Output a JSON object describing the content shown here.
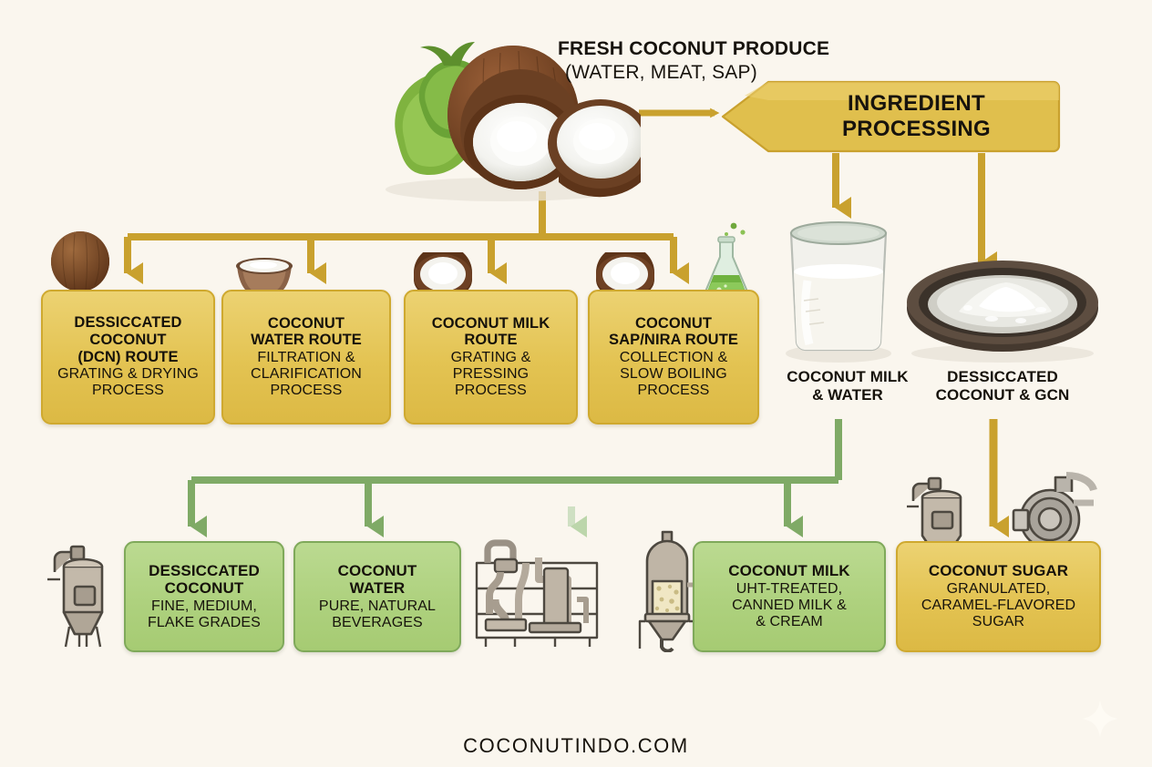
{
  "meta": {
    "background": "#faf6ee",
    "accent_yellow": "#e3c352",
    "accent_yellow_border": "#cfa92f",
    "accent_green": "#aed17e",
    "accent_green_border": "#7fa95a",
    "connector_yellow": "#c9a12e",
    "connector_green": "#7faa66",
    "text_color": "#16120b"
  },
  "header": {
    "title": "FRESH COCONUT PRODUCE",
    "subtitle": "(WATER, MEAT, SAP)"
  },
  "banner": {
    "label": "INGREDIENT PROCESSING"
  },
  "routes": [
    {
      "title": "DESSICCATED COCONUT (DCN) ROUTE",
      "title_lines": [
        "DESSICCATED",
        "COCONUT",
        "(DCN) ROUTE"
      ],
      "desc": "GRATING & DRYING PROCESS",
      "desc_lines": [
        "GRATING & DRYING",
        "PROCESS"
      ],
      "icon": "whole-coconut-icon"
    },
    {
      "title": "COCONUT WATER ROUTE",
      "title_lines": [
        "COCONUT",
        "WATER ROUTE"
      ],
      "desc": "FILTRATION & CLARIFICATION PROCESS",
      "desc_lines": [
        "FILTRATION &",
        "CLARIFICATION",
        "PROCESS"
      ],
      "icon": "coconut-bowl-icon"
    },
    {
      "title": "COCONUT MILK ROUTE",
      "title_lines": [
        "COCONUT MILK",
        "ROUTE"
      ],
      "desc": "GRATING & PRESSING PROCESS",
      "desc_lines": [
        "GRATING &",
        "PRESSING",
        "PROCESS"
      ],
      "icon": "half-coconut-icon"
    },
    {
      "title": "COCONUT SAP/NIRA ROUTE",
      "title_lines": [
        "COCONUT",
        "SAP/NIRA ROUTE"
      ],
      "desc": "COLLECTION & SLOW BOILING PROCESS",
      "desc_lines": [
        "COLLECTION &",
        "SLOW BOILING",
        "PROCESS"
      ],
      "icon": "flask-icon"
    }
  ],
  "intermediates": [
    {
      "label": "COCONUT MILK & WATER",
      "label_lines": [
        "COCONUT MILK",
        "& WATER"
      ],
      "icon": "milk-beaker-icon"
    },
    {
      "label": "DESSICCATED COCONUT & GCN",
      "label_lines": [
        "DESSICCATED",
        "COCONUT & GCN"
      ],
      "icon": "coconut-pan-icon"
    }
  ],
  "products": [
    {
      "title": "DESSICCATED COCONUT",
      "title_lines": [
        "DESSICCATED",
        "COCONUT"
      ],
      "desc": "FINE, MEDIUM, FLAKE GRADES",
      "desc_lines": [
        "FINE, MEDIUM,",
        "FLAKE GRADES"
      ],
      "color": "green"
    },
    {
      "title": "COCONUT WATER",
      "title_lines": [
        "COCONUT",
        "WATER"
      ],
      "desc": "PURE, NATURAL BEVERAGES",
      "desc_lines": [
        "PURE, NATURAL",
        "BEVERAGES"
      ],
      "color": "green"
    },
    {
      "title": "COCONUT MILK",
      "title_lines": [
        "COCONUT MILK"
      ],
      "desc": "UHT-TREATED, CANNED MILK & & CREAM",
      "desc_lines": [
        "UHT-TREATED,",
        "CANNED MILK &",
        "& CREAM"
      ],
      "color": "green"
    },
    {
      "title": "COCONUT SUGAR",
      "title_lines": [
        "COCONUT SUGAR"
      ],
      "desc": "GRANULATED, CARAMEL-FLAVORED SUGAR",
      "desc_lines": [
        "GRANULATED,",
        "CARAMEL-FLAVORED",
        "SUGAR"
      ],
      "color": "yellow"
    }
  ],
  "equipment": [
    {
      "icon": "fermenter-tank-icon"
    },
    {
      "icon": "pipe-rack-icon"
    },
    {
      "icon": "silo-hopper-icon"
    },
    {
      "icon": "boiler-tank-icon"
    },
    {
      "icon": "centrifugal-pump-icon"
    }
  ],
  "footer": {
    "text": "COCONUTINDO.COM"
  }
}
